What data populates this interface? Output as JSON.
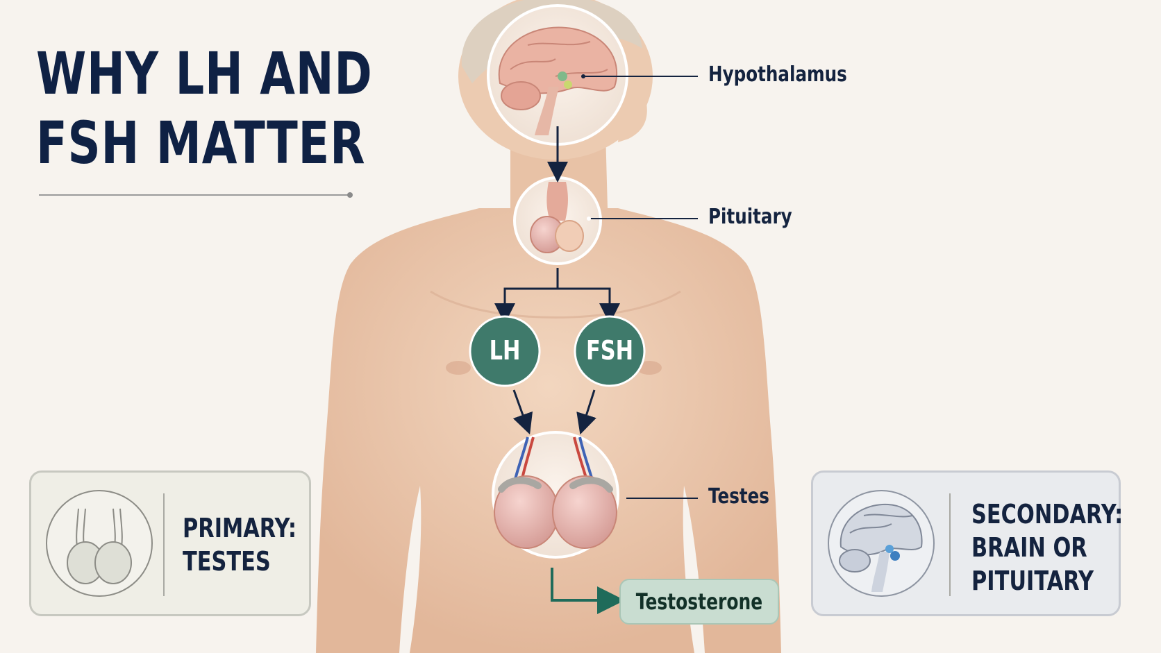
{
  "title": {
    "line1": "WHY LH AND",
    "line2": "FSH MATTER"
  },
  "labels": {
    "hypothalamus": "Hypothalamus",
    "pituitary": "Pituitary",
    "testes": "Testes"
  },
  "hormones": {
    "lh": "LH",
    "fsh": "FSH"
  },
  "result": "Testosterone",
  "cards": {
    "primary": {
      "line1": "PRIMARY:",
      "line2": "TESTES",
      "icon": "testes-icon"
    },
    "secondary": {
      "line1": "SECONDARY:",
      "line2": "BRAIN OR",
      "line3": "PITUITARY",
      "icon": "brain-icon"
    }
  },
  "colors": {
    "navy": "#0f2144",
    "hormone_node": "#3f7a6b",
    "result_fill": "#c9ddd1",
    "skin": "#ecc9ae"
  }
}
